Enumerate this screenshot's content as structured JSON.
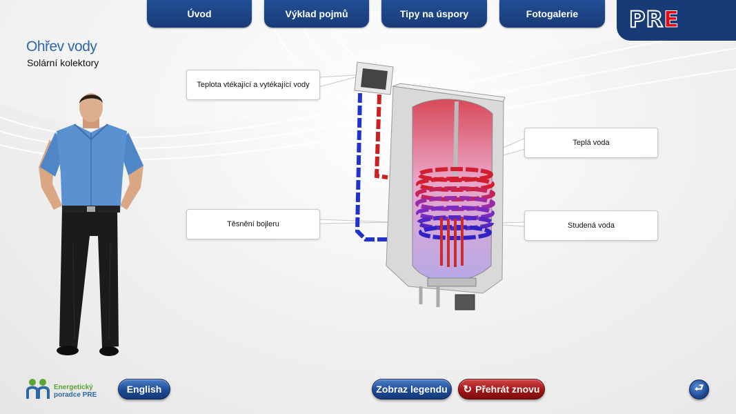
{
  "nav": {
    "tabs": [
      {
        "label": "Úvod"
      },
      {
        "label": "Výklad pojmů"
      },
      {
        "label": "Tipy na úspory"
      },
      {
        "label": "Fotogalerie"
      }
    ],
    "logo": {
      "text_p": "PR",
      "text_e": "E"
    }
  },
  "page": {
    "title": "Ohřev vody",
    "subtitle": "Solární kolektory"
  },
  "callouts": {
    "inlet_outlet_temp": "Teplota vtékající a vytékající vody",
    "warm_water": "Teplá voda",
    "boiler_seal": "Těsnění bojleru",
    "cold_water": "Studená voda"
  },
  "footer": {
    "brand_line1": "Energetický",
    "brand_line2": "poradce PRE",
    "english_button": "English",
    "legend_button": "Zobraz legendu",
    "replay_button": "Přehrát znovu",
    "replay_icon": "↻",
    "back_icon": "⮐"
  },
  "colors": {
    "nav_blue": "#173b77",
    "title_blue": "#2e67a6",
    "pre_red": "#e30613",
    "brand_green": "#5aa531"
  }
}
